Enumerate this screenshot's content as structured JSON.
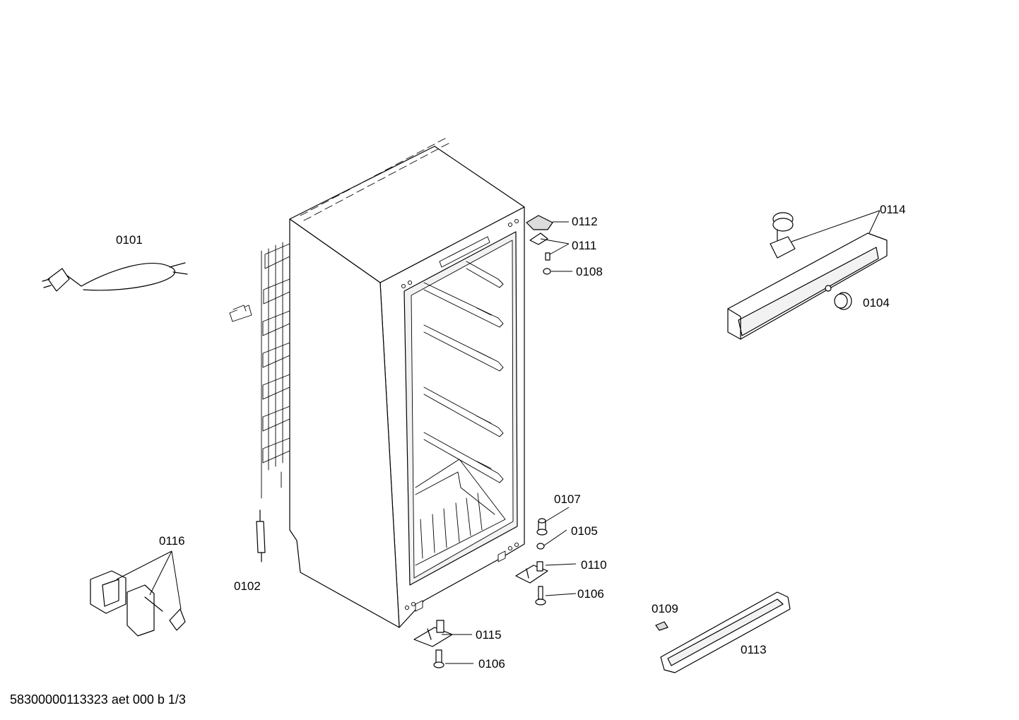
{
  "labels": {
    "cord": "0101",
    "capillary": "0102",
    "knob": "0104",
    "washer": "0105",
    "foot_bottom": "0106",
    "foot_right": "0106",
    "bushing": "0107",
    "nut": "0108",
    "cover_cap": "0109",
    "hinge_right": "0110",
    "pin": "0111",
    "top_hinge_cover": "0112",
    "handle": "0113",
    "control_panel": "0114",
    "hinge_bottom": "0115",
    "relay_kit": "0116"
  },
  "footer": "58300000113323 aet 000 b 1/3"
}
